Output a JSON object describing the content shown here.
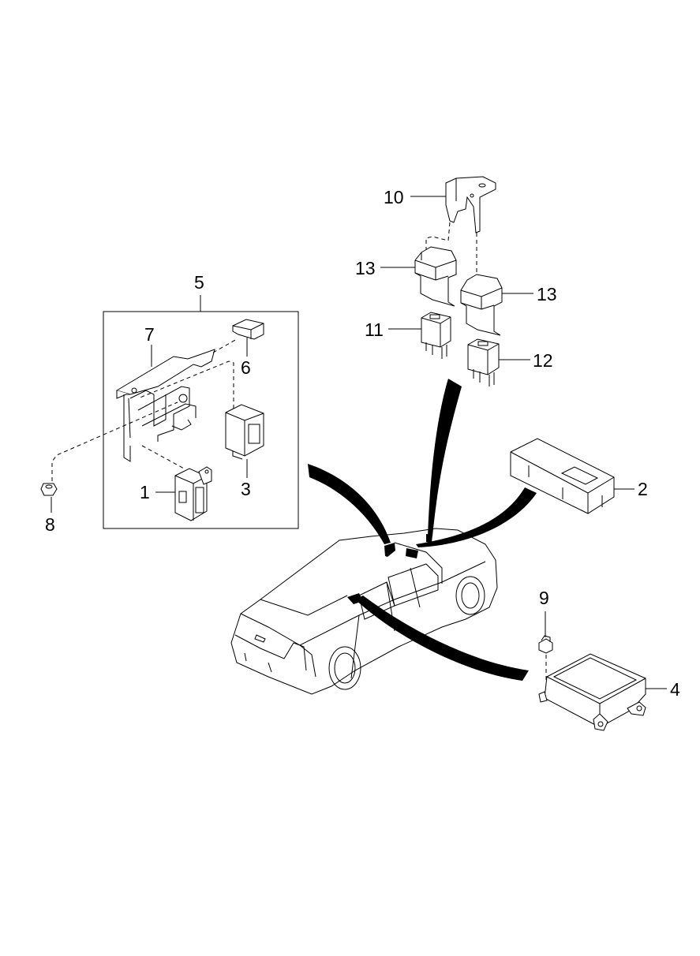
{
  "diagram": {
    "type": "exploded parts diagram",
    "subject": "Sedan body electrical relays and control modules",
    "group_box": {
      "label": "5",
      "contains": [
        "1",
        "3",
        "6",
        "7"
      ]
    },
    "callouts": [
      {
        "id": "c1",
        "label": "1",
        "part": "relay-module-bracket-mounted"
      },
      {
        "id": "c2",
        "label": "2",
        "part": "control-unit-box"
      },
      {
        "id": "c3",
        "label": "3",
        "part": "relay-unit"
      },
      {
        "id": "c4",
        "label": "4",
        "part": "control-module-with-mounting-tabs"
      },
      {
        "id": "c5",
        "label": "5",
        "part": "relay-box-assembly"
      },
      {
        "id": "c6",
        "label": "6",
        "part": "connector"
      },
      {
        "id": "c7",
        "label": "7",
        "part": "bracket"
      },
      {
        "id": "c8",
        "label": "8",
        "part": "nut"
      },
      {
        "id": "c9",
        "label": "9",
        "part": "nut"
      },
      {
        "id": "c10",
        "label": "10",
        "part": "relay-bracket"
      },
      {
        "id": "c11",
        "label": "11",
        "part": "relay"
      },
      {
        "id": "c12",
        "label": "12",
        "part": "relay"
      },
      {
        "id": "c13a",
        "label": "13",
        "part": "relay-cover"
      },
      {
        "id": "c13b",
        "label": "13",
        "part": "relay-cover"
      }
    ]
  }
}
